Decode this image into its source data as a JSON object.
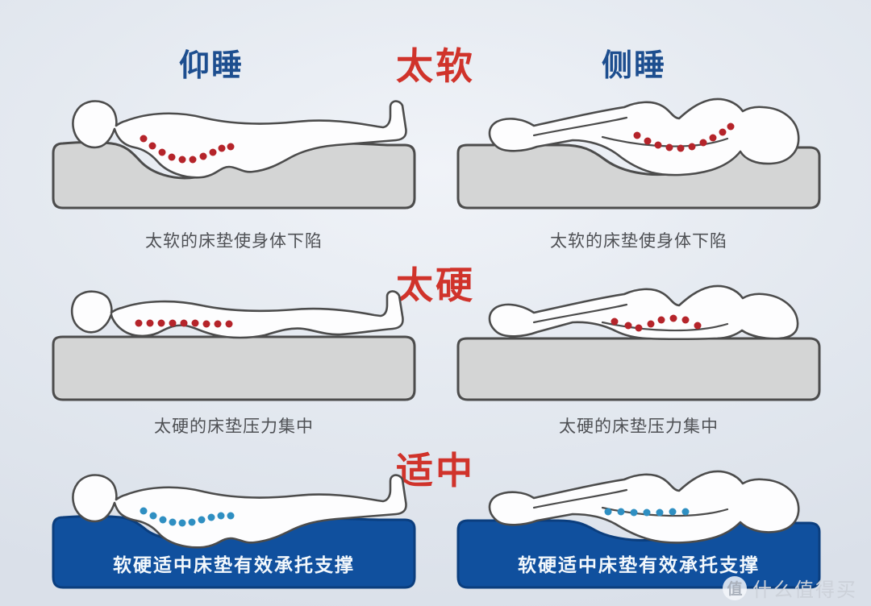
{
  "columns": {
    "back_sleep_label": "仰睡",
    "side_sleep_label": "侧睡"
  },
  "sections": {
    "soft": {
      "heading": "太软",
      "caption_left": "太软的床垫使身体下陷",
      "caption_right": "太软的床垫使身体下陷"
    },
    "hard": {
      "heading": "太硬",
      "caption_left": "太硬的床垫压力集中",
      "caption_right": "太硬的床垫压力集中"
    },
    "medium": {
      "heading": "适中",
      "mattress_label_left": "软硬适中床垫有效承托支撑",
      "mattress_label_right": "软硬适中床垫有效承托支撑"
    }
  },
  "watermark": {
    "icon_char": "值",
    "text": "什么值得买"
  },
  "colors": {
    "background": "#e4e9f0",
    "heading_blue": "#1d4e8f",
    "heading_red": "#d0332b",
    "caption_gray": "#4e5054",
    "mattress_gray_fill": "#d4d5d5",
    "mattress_gray_stroke": "#4c4c4c",
    "body_outline": "#4c4c4c",
    "body_fill": "#fdfdfe",
    "pressure_dots_red": "#b5242a",
    "support_dots_blue": "#2f8fc2",
    "mattress_blue_fill": "#10509e",
    "mattress_blue_stroke": "#0b3e7e",
    "mattress_label_white": "#f3f8fc",
    "watermark_gray": "#ccd1d9"
  }
}
